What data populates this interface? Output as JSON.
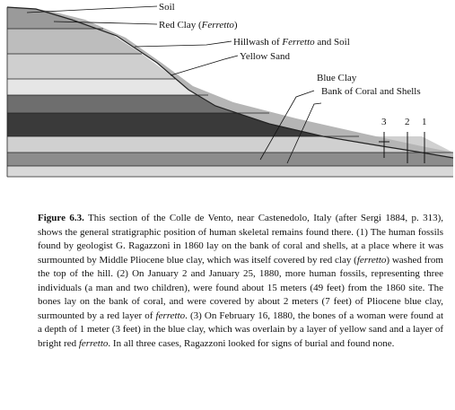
{
  "labels": {
    "soil": "Soil",
    "red_clay_prefix": "Red Clay (",
    "red_clay_italic": "Ferretto",
    "red_clay_suffix": ")",
    "hillwash_prefix": "Hillwash of ",
    "hillwash_italic": "Ferretto",
    "hillwash_suffix": " and Soil",
    "yellow_sand": "Yellow Sand",
    "blue_clay": "Blue Clay",
    "coral_bank": "Bank of Coral and Shells"
  },
  "markers": [
    "3",
    "2",
    "1"
  ],
  "colors": {
    "soil": "#9a9a9a",
    "red_clay": "#bdbdbd",
    "hillwash": "#cfcfcf",
    "yellow_sand": "#e6e6e6",
    "blue_clay_dark": "#3a3a3a",
    "blue_clay_mid": "#6e6e6e",
    "coral": "#8c8c8c",
    "base": "#d8d8d8"
  },
  "caption": {
    "figure_number": "Figure 6.3.",
    "seg1": " This section of the Colle de Vento, near Castenedolo, Italy (after Sergi 1884, p. 313), shows the general stratigraphic position of human skeletal remains found there. (1) The human fossils found by geologist G. Ragazzoni in 1860 lay on the bank of coral and shells, at a place where it was surmounted by Middle Pliocene blue clay, which was itself covered by red clay (",
    "italic1": "ferretto",
    "seg2": ") washed from the top of the hill. (2) On January 2 and January 25, 1880, more human fossils, representing three individuals (a man and two children), were found about 15 meters (49 feet) from the 1860 site. The bones lay on the bank of coral, and were covered by about 2 meters (7 feet) of Pliocene blue clay, surmounted by a red layer of ",
    "italic2": "ferretto",
    "seg3": ". (3) On February 16, 1880, the bones of a woman were found at a depth of 1 meter (3 feet) in the blue clay, which was overlain by a layer of yellow sand and a layer of bright red ",
    "italic3": "ferretto",
    "seg4": ". In all three cases, Ragazzoni looked for signs of burial and found none."
  }
}
